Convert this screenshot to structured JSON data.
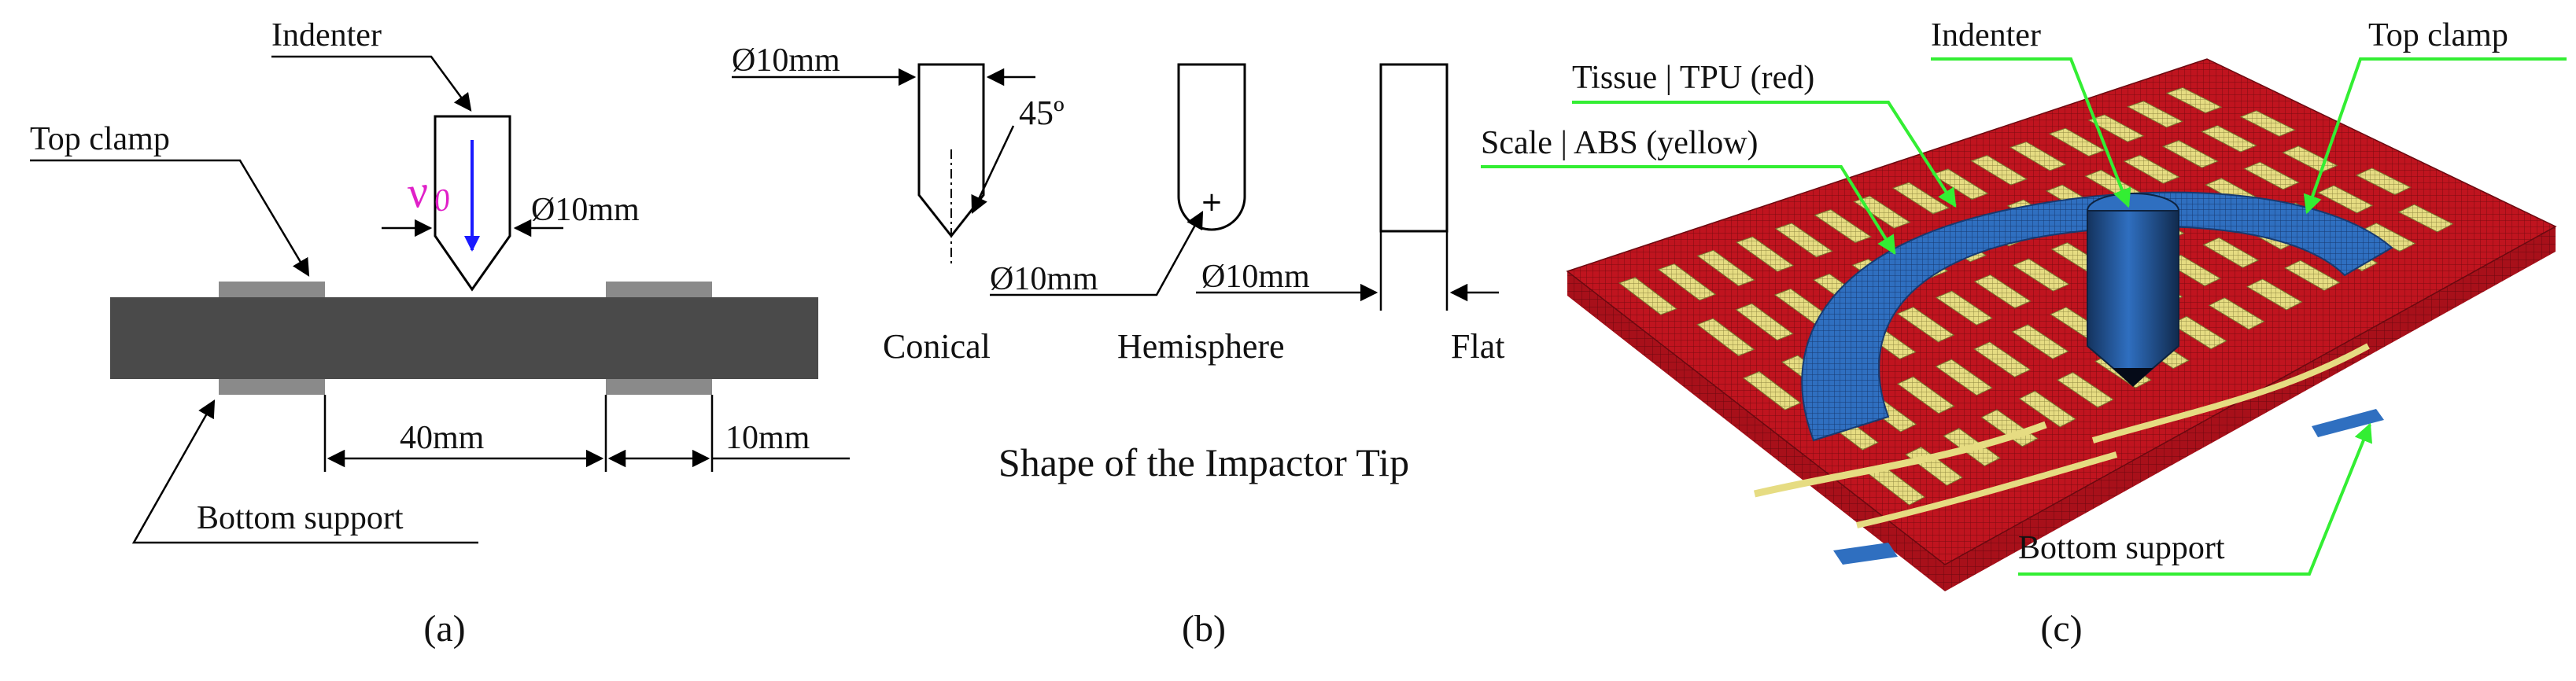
{
  "panel_a": {
    "caption": "(a)",
    "label_indenter": "Indenter",
    "label_top_clamp": "Top clamp",
    "label_bottom_support": "Bottom support",
    "label_diameter": "Ø10mm",
    "label_span": "40mm",
    "label_clamp_width": "10mm",
    "velocity_symbol": "v",
    "velocity_subscript": "0"
  },
  "panel_b": {
    "caption": "(b)",
    "title": "Shape of the Impactor Tip",
    "conical": {
      "name": "Conical",
      "diameter": "Ø10mm",
      "angle": "45º"
    },
    "hemisphere": {
      "name": "Hemisphere",
      "diameter": "Ø10mm"
    },
    "flat": {
      "name": "Flat",
      "diameter": "Ø10mm"
    }
  },
  "panel_c": {
    "caption": "(c)",
    "label_tissue": "Tissue | TPU (red)",
    "label_scale": "Scale | ABS (yellow)",
    "label_indenter": "Indenter",
    "label_top_clamp": "Top clamp",
    "label_bottom_support": "Bottom support"
  },
  "colors": {
    "specimen": "#4a4a4a",
    "clamp": "#8a8a8a",
    "velocity_label": "#e020c8",
    "velocity_arrow": "#1a1aff",
    "tissue": "#c0141f",
    "scale": "#e6dc82",
    "clamp_mesh": "#2f6fc0",
    "leader": "#33ee33"
  }
}
